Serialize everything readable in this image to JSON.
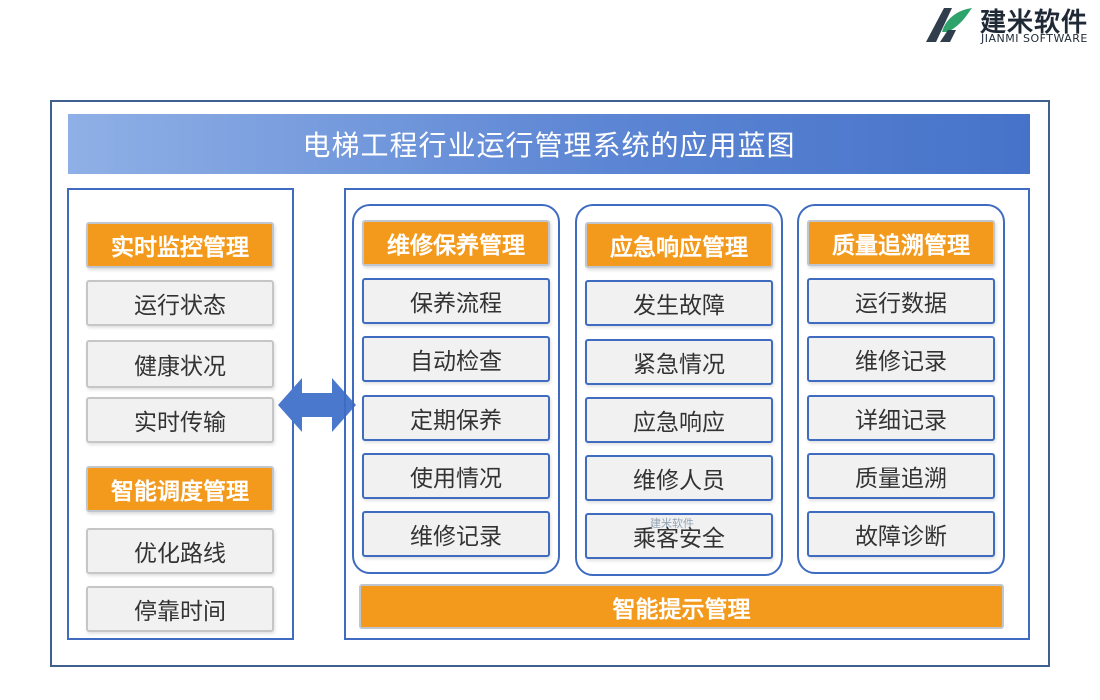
{
  "logo": {
    "cn": "建米软件",
    "en": "JIANMI SOFTWARE"
  },
  "title": "电梯工程行业运行管理系统的应用蓝图",
  "left": {
    "group1": {
      "header": "实时监控管理",
      "items": [
        "运行状态",
        "健康状况",
        "实时传输"
      ]
    },
    "group2": {
      "header": "智能调度管理",
      "items": [
        "优化路线",
        "停靠时间"
      ]
    }
  },
  "columns": [
    {
      "header": "维修保养管理",
      "items": [
        "保养流程",
        "自动检查",
        "定期保养",
        "使用情况",
        "维修记录"
      ]
    },
    {
      "header": "应急响应管理",
      "items": [
        "发生故障",
        "紧急情况",
        "应急响应",
        "维修人员",
        "乘客安全"
      ]
    },
    {
      "header": "质量追溯管理",
      "items": [
        "运行数据",
        "维修记录",
        "详细记录",
        "质量追溯",
        "故障诊断"
      ]
    }
  ],
  "footer": "智能提示管理",
  "watermark": "建米软件",
  "colors": {
    "accent_orange": "#f39a1c",
    "border_blue": "#3f6cc0",
    "title_blue": "#5d86d4"
  }
}
